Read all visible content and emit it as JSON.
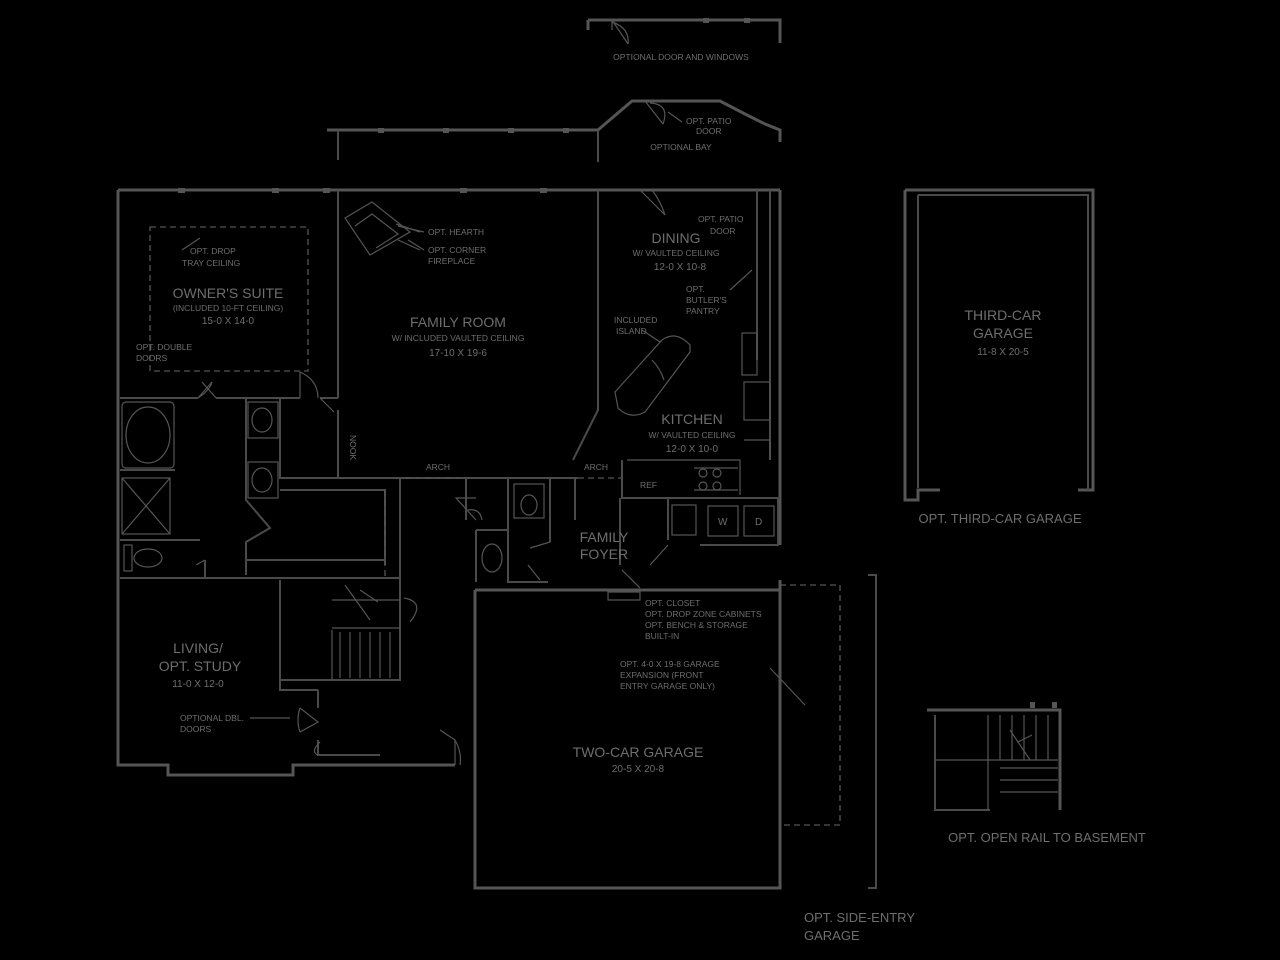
{
  "colors": {
    "background": "#000000",
    "linework": "#555555",
    "text": "#6e6e6e"
  },
  "options": {
    "door_windows": "OPTIONAL DOOR AND WINDOWS",
    "bay": "OPTIONAL BAY",
    "bay_patio_door_1": "OPT. PATIO",
    "bay_patio_door_2": "DOOR",
    "third_car_garage": "OPT. THIRD-CAR GARAGE",
    "open_rail": "OPT. OPEN RAIL TO BASEMENT",
    "side_entry_1": "OPT. SIDE-ENTRY",
    "side_entry_2": "GARAGE"
  },
  "rooms": {
    "owners_suite": {
      "name": "OWNER'S SUITE",
      "note": "(INCLUDED 10-FT CEILING)",
      "dim": "15-0 X 14-0"
    },
    "family_room": {
      "name": "FAMILY ROOM",
      "note": "W/ INCLUDED VAULTED CEILING",
      "dim": "17-10 X 19-6"
    },
    "dining": {
      "name": "DINING",
      "note": "W/ VAULTED CEILING",
      "dim": "12-0 X 10-8"
    },
    "kitchen": {
      "name": "KITCHEN",
      "note": "W/ VAULTED CEILING",
      "dim": "12-0 X 10-0"
    },
    "third_car": {
      "name_1": "THIRD-CAR",
      "name_2": "GARAGE",
      "dim": "11-8 X 20-5"
    },
    "living": {
      "name_1": "LIVING/",
      "name_2": "OPT. STUDY",
      "dim": "11-0 X 12-0"
    },
    "two_car": {
      "name": "TWO-CAR GARAGE",
      "dim": "20-5 X 20-8"
    },
    "family_foyer": {
      "name_1": "FAMILY",
      "name_2": "FOYER"
    }
  },
  "notes": {
    "tray_1": "OPT. DROP",
    "tray_2": "TRAY CEILING",
    "double_doors_1": "OPT. DOUBLE",
    "double_doors_2": "DOORS",
    "hearth": "OPT. HEARTH",
    "corner_fp_1": "OPT. CORNER",
    "corner_fp_2": "FIREPLACE",
    "dining_patio_1": "OPT. PATIO",
    "dining_patio_2": "DOOR",
    "butlers_1": "OPT.",
    "butlers_2": "BUTLER'S",
    "butlers_3": "PANTRY",
    "island_1": "INCLUDED",
    "island_2": "ISLAND",
    "arch_left": "ARCH",
    "arch_right": "ARCH",
    "nook": "NOOK",
    "ref": "REF",
    "washer": "W",
    "dryer": "D",
    "closet_1": "OPT. CLOSET",
    "closet_2": "OPT. DROP ZONE CABINETS",
    "closet_3": "OPT. BENCH & STORAGE",
    "closet_4": "BUILT-IN",
    "garage_exp_1": "OPT. 4-0 X 19-8 GARAGE",
    "garage_exp_2": "EXPANSION (FRONT",
    "garage_exp_3": "ENTRY GARAGE ONLY)",
    "dbl_doors_1": "OPTIONAL DBL.",
    "dbl_doors_2": "DOORS"
  }
}
